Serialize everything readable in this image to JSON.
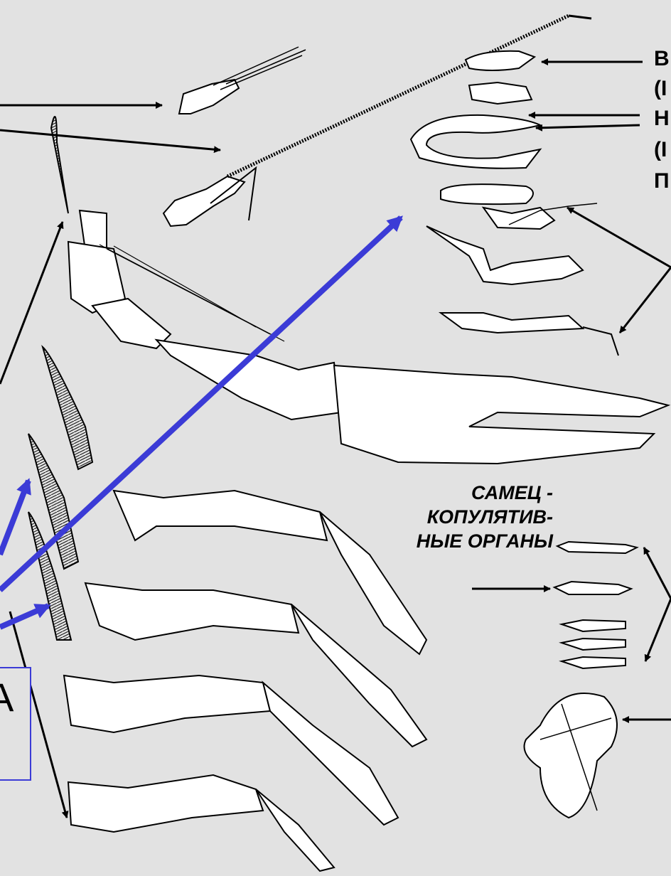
{
  "labels": {
    "right_edge": [
      "В",
      "(I",
      "Н",
      "(I",
      "П"
    ],
    "male_line1": "САМЕЦ -",
    "male_line2": "КОПУЛЯТИВ-",
    "male_line3": "НЫЕ ОРГАНЫ",
    "box_line1": "А",
    "box_line2": ")"
  },
  "colors": {
    "background": "#e2e2e2",
    "ink": "#000000",
    "highlight_arrow": "#3b3bd6",
    "limb_fill": "#ffffff"
  },
  "icons": [
    "arrow-icon",
    "appendage-drawing"
  ]
}
